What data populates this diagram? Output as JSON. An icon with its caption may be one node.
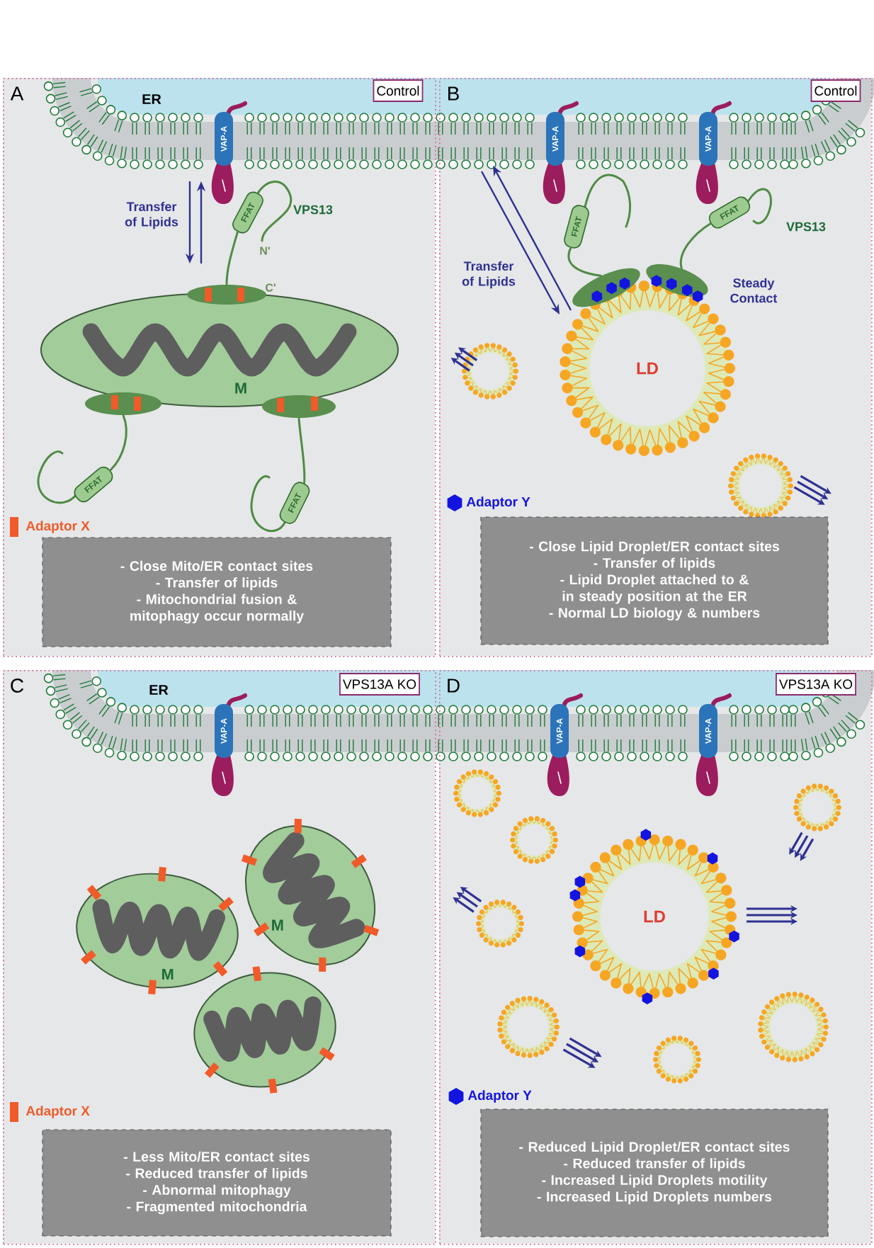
{
  "diagram": {
    "nodes": [
      {
        "text": [
          "A"
        ]
      },
      {
        "text": [
          "Control"
        ],
        "in": 0
      },
      {
        "text": [
          "VAP-A"
        ],
        "in": 0
      },
      {
        "text": [
          "FFAT"
        ],
        "in": 0
      },
      {
        "text": [
          "M"
        ],
        "in": 0
      },
      {
        "text": [
          "FFAT"
        ],
        "in": 0
      },
      {
        "text": [
          "FFAT"
        ],
        "in": 0
      },
      {
        "text": [
          "- Close Mito/ER contact sites",
          "- Transfer of lipids",
          "- Mitochondrial fusion & mitophagy occur normally"
        ],
        "in": 0
      },
      {
        "text": [
          "B"
        ]
      },
      {
        "text": [
          "Control"
        ],
        "in": 8
      },
      {
        "text": [
          "VAP-A"
        ],
        "in": 8
      },
      {
        "text": [
          "VAP-A"
        ],
        "in": 8
      },
      {
        "text": [
          "FFAT"
        ],
        "in": 8
      },
      {
        "text": [
          "FFAT"
        ],
        "in": 8
      },
      {
        "text": [
          "LD"
        ],
        "in": 8
      },
      {
        "text": [
          "- Close Lipid Droplet/ER contact sites",
          "- Transfer of lipids",
          "- Lipid Droplet attached to & in steady position at the ER",
          "- Normal LD biology & numbers"
        ],
        "in": 8
      },
      {
        "text": [
          "C"
        ]
      },
      {
        "text": [
          "VPS13A KO"
        ],
        "in": 16
      },
      {
        "text": [
          "VAP-A"
        ],
        "in": 16
      },
      {
        "text": [
          "M"
        ],
        "in": 16
      },
      {
        "text": [
          "M"
        ],
        "in": 16
      },
      {
        "text": [],
        "shape": "ellipse",
        "in": 16
      },
      {
        "text": [
          "- Less Mito/ER contact sites",
          "- Reduced transfer of lipids",
          "- Abnormal mitophagy",
          "- Fragmented mitochondria"
        ],
        "in": 16
      },
      {
        "text": [
          "D"
        ]
      },
      {
        "text": [
          "VPS13A KO"
        ],
        "in": 23
      },
      {
        "text": [
          "VAP-A"
        ],
        "in": 23
      },
      {
        "text": [
          "VAP-A"
        ],
        "in": 23
      },
      {
        "text": [
          "LD"
        ],
        "in": 23
      },
      {
        "text": [
          "- Reduced Lipid Droplet/ER contact sites",
          "- Reduced transfer of lipids",
          "- Increased Lipid Droplets motility",
          "- Increased Lipid Droplets numbers"
        ],
        "in": 23
      },
      {
        "text": [],
        "shape": "ellipse",
        "beside": [
          "C'"
        ],
        "in": 0
      },
      {
        "text": [],
        "shape": "ellipse",
        "in": 0
      },
      {
        "text": [],
        "shape": "ellipse",
        "in": 0
      },
      {
        "text": [],
        "shape": "ellipse",
        "in": 8
      },
      {
        "text": [],
        "shape": "ellipse",
        "in": 8
      }
    ],
    "edges": [
      {
        "from": 3,
        "to": 29,
        "arrow": "none"
      },
      {
        "from": 5,
        "to": 30,
        "arrow": "none"
      },
      {
        "from": 6,
        "to": 31,
        "arrow": "none"
      },
      {
        "from": 12,
        "to": 32,
        "arrow": "none"
      },
      {
        "from": 13,
        "to": 33,
        "arrow": "none"
      }
    ],
    "labels": [
      "ER",
      "Transfer of Lipids",
      "VPS13",
      "N'",
      "Transfer of Lipids",
      "VPS13",
      "Steady Contact",
      "ER"
    ],
    "legend": [
      {
        "text": "Adaptor X",
        "color": "#f15a29"
      },
      {
        "text": "Adaptor Y",
        "color": "#1414e0"
      },
      {
        "text": "Adaptor X",
        "color": "#f15a29"
      },
      {
        "text": "Adaptor Y",
        "color": "#1414e0"
      }
    ]
  }
}
